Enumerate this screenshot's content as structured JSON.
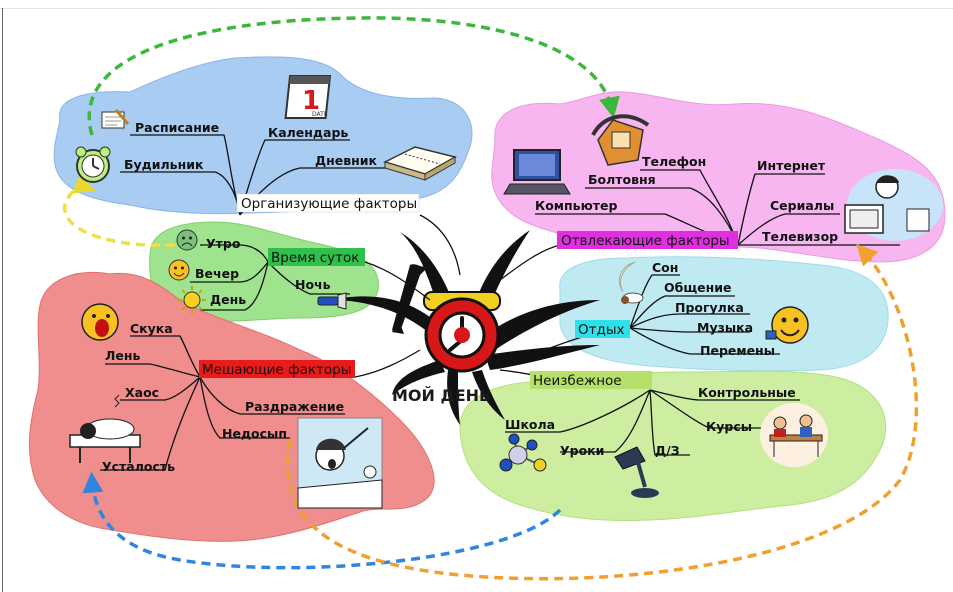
{
  "diagram": {
    "center_title": "МОЙ ДЕНЬ",
    "branches": {
      "organizing": {
        "title": "Организующие факторы",
        "color": "#a9ccf2",
        "items": [
          "Расписание",
          "Календарь",
          "Будильник",
          "Дневник"
        ]
      },
      "daytime": {
        "title": "Время суток",
        "color": "#9fe38f",
        "items": [
          "Утро",
          "Вечер",
          "День",
          "Ночь"
        ]
      },
      "hindering": {
        "title": "Мешающие факторы",
        "color": "#f08d8d",
        "items": [
          "Скука",
          "Лень",
          "Хаос",
          "Раздражение",
          "Недосып",
          "Усталость"
        ]
      },
      "distracting": {
        "title": "Отвлекающие факторы",
        "color": "#f7b6f0",
        "items": [
          "Телефон",
          "Интернет",
          "Болтовня",
          "Компьютер",
          "Сериалы",
          "Телевизор"
        ]
      },
      "rest": {
        "title": "Отдых",
        "color": "#bfeaf2",
        "items": [
          "Сон",
          "Общение",
          "Прогулка",
          "Музыка",
          "Перемены"
        ]
      },
      "inevitable": {
        "title": "Неизбежное",
        "color": "#cdeea1",
        "items": [
          "Контрольные",
          "Школа",
          "Курсы",
          "Уроки",
          "Д/З"
        ]
      }
    },
    "calendar_tile": {
      "day": "1",
      "caption": "DATE"
    },
    "arrow_colors": {
      "green": "#3bb83b",
      "yellow": "#f0e040",
      "blue": "#2f86e0",
      "orange": "#f0a030"
    }
  }
}
